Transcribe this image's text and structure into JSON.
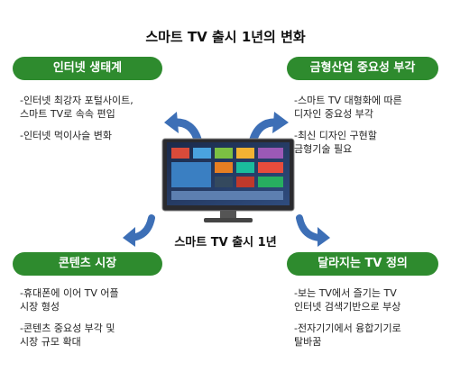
{
  "title": "스마트 TV 출시 1년의 변화",
  "center_label": "스마트 TV 출시 1년",
  "colors": {
    "pill": "#2e8b2e",
    "arrow": "#3d6fb6"
  },
  "quadrants": {
    "top_left": {
      "label": "인터넷 생태계",
      "bullets": [
        "-인터넷 최강자 포털사이트,\n  스마트 TV로 속속 편입",
        "-인터넷 먹이사슬 변화"
      ]
    },
    "top_right": {
      "label": "금형산업 중요성 부각",
      "bullets": [
        "-스마트 TV 대형화에 따른\n  디자인 중요성 부각",
        "-최신 디자인 구현할\n  금형기술 필요"
      ]
    },
    "bottom_left": {
      "label": "콘텐츠 시장",
      "bullets": [
        "-휴대폰에 이어 TV 어플\n  시장 형성",
        "-콘텐츠 중요성 부각 및\n  시장 규모 확대"
      ]
    },
    "bottom_right": {
      "label": "달라지는 TV 정의",
      "bullets": [
        "-보는 TV에서 즐기는 TV\n  인터넷 검색기반으로 부상",
        "-전자기기에서 융합기기로\n  탈바꿈"
      ]
    }
  }
}
